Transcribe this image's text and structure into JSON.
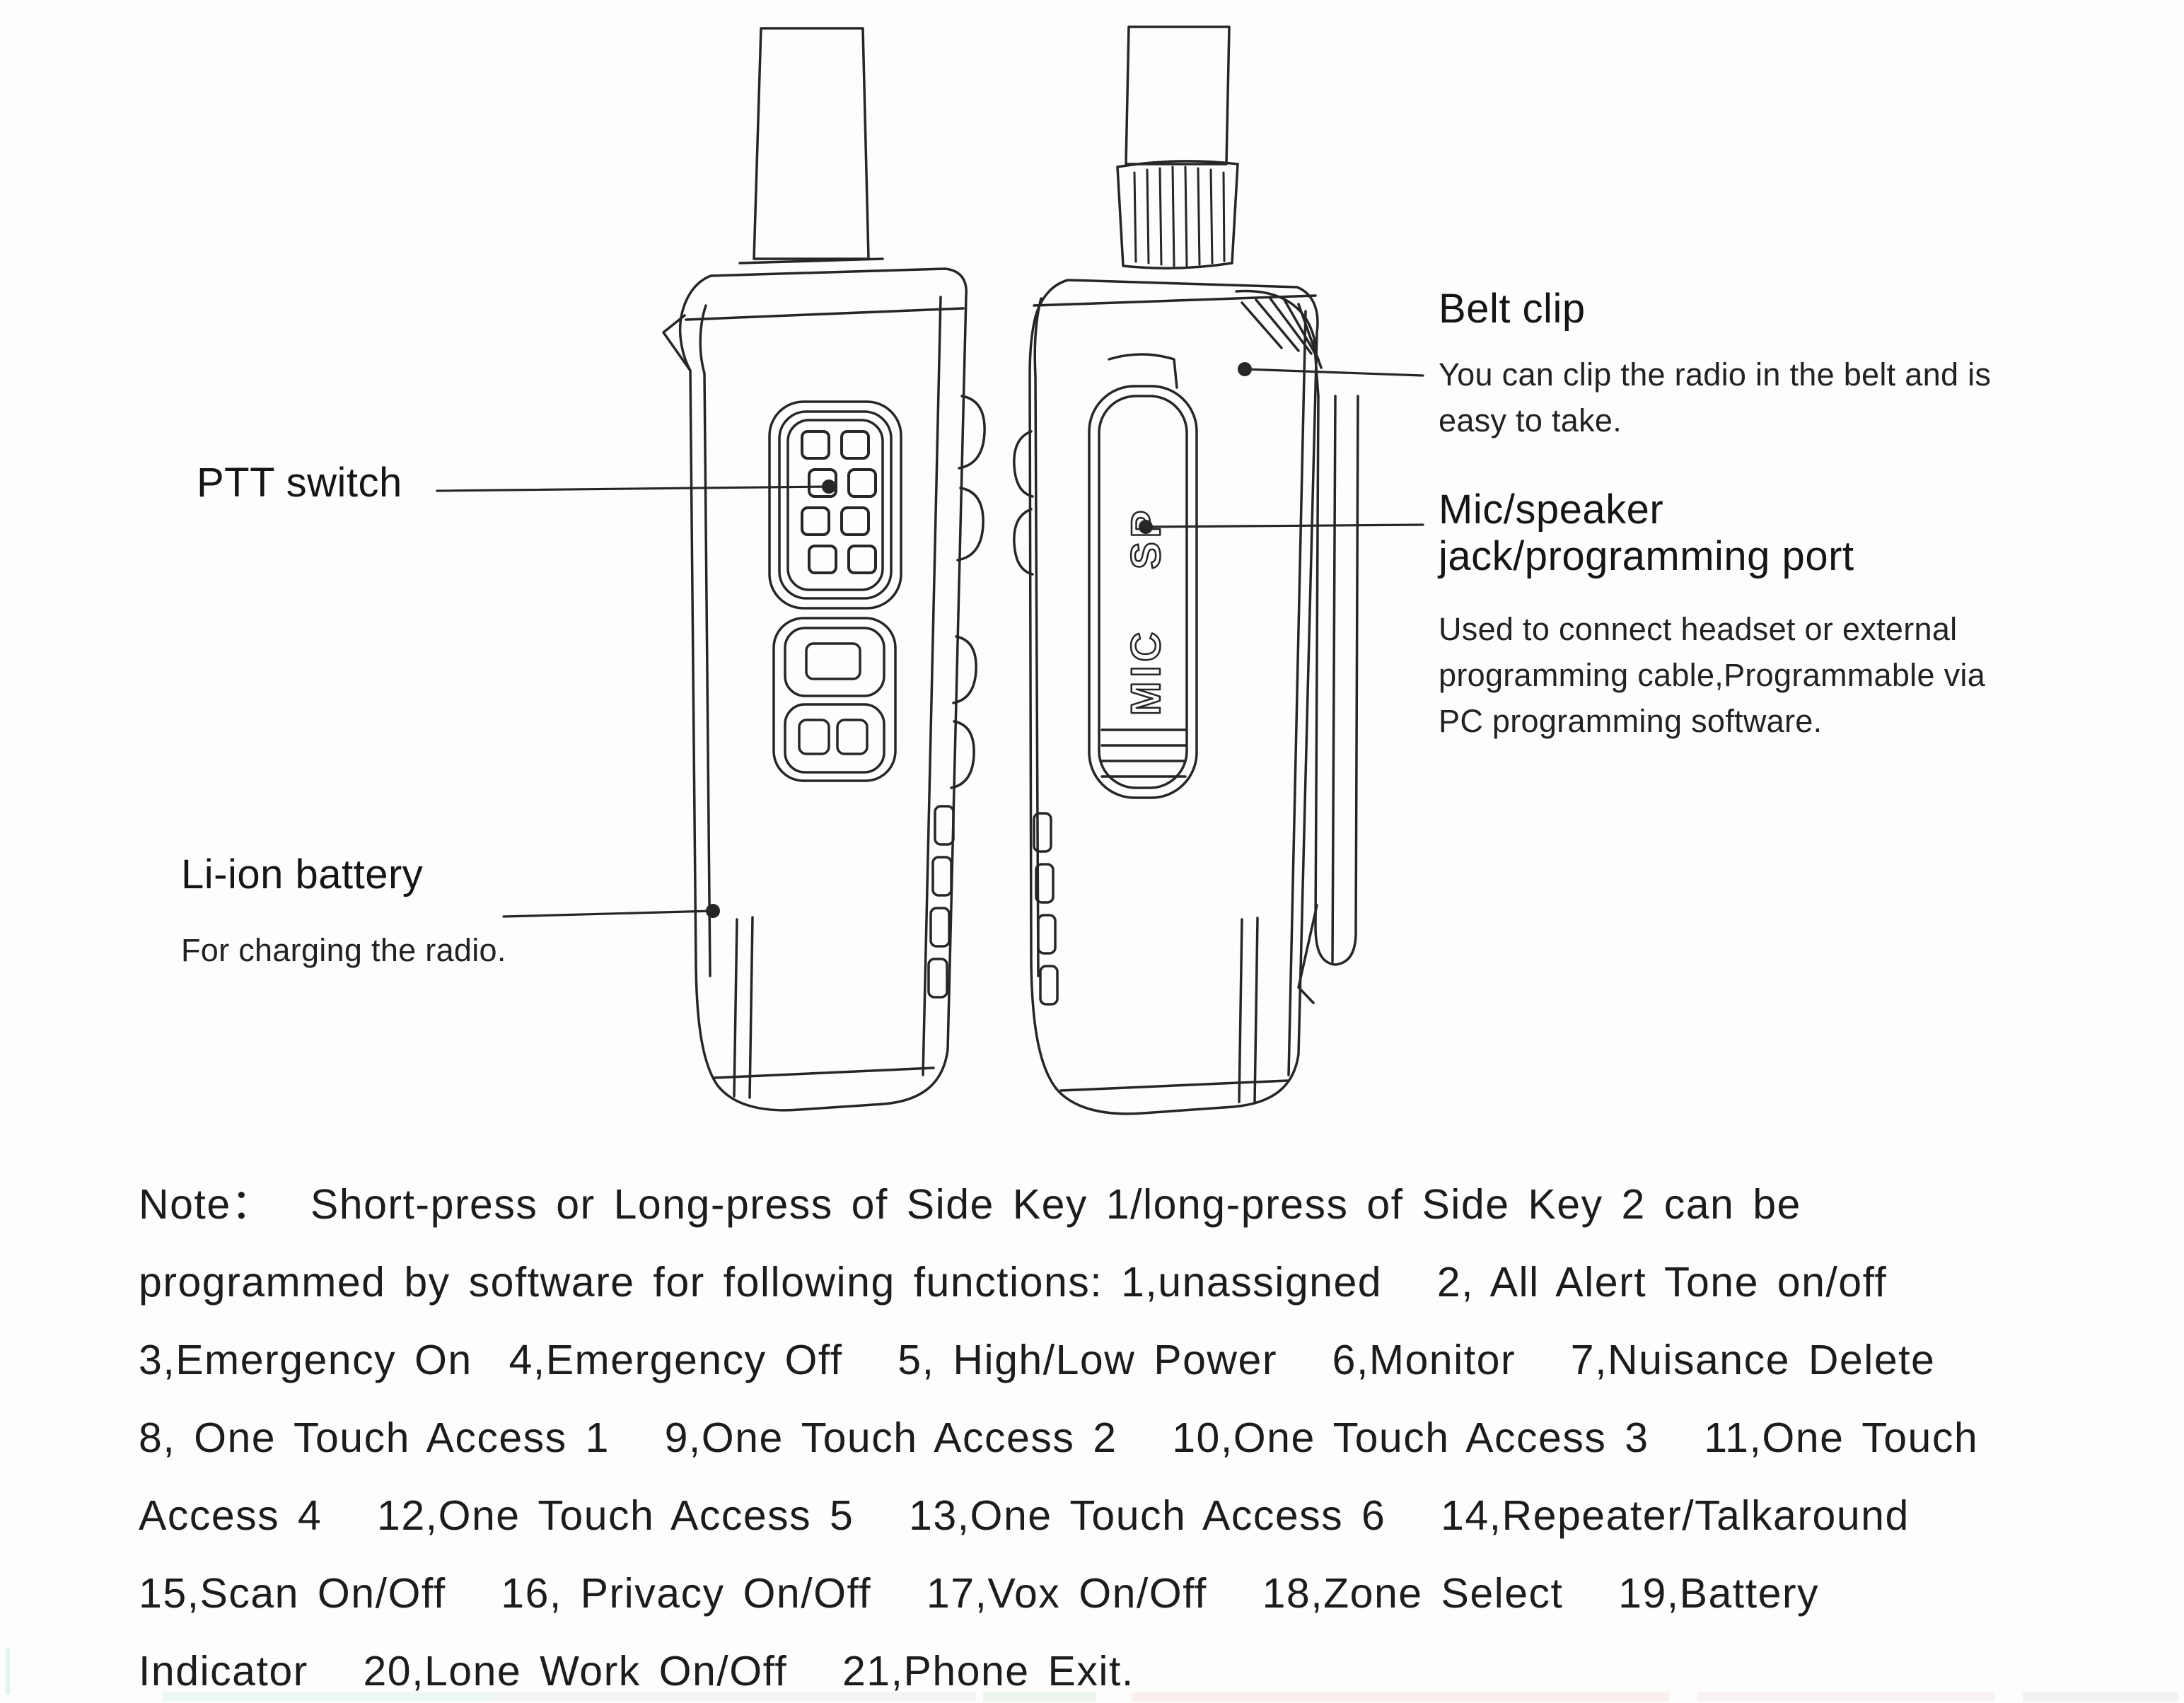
{
  "colors": {
    "ink": "#1f1f1f",
    "paper": "#fdfdfc"
  },
  "callouts": {
    "ptt": {
      "label": "PTT switch"
    },
    "battery": {
      "label": "Li-ion battery",
      "description": "For charging the radio."
    },
    "belt_clip": {
      "label": "Belt clip",
      "description": "You can clip the radio in the belt and is\neasy to take."
    },
    "mic_jack": {
      "label": "Mic/speaker\njack/programming port",
      "description": "Used to connect headset or external\nprogramming cable,Programmable via\nPC programming software."
    }
  },
  "diagram": {
    "jack_sp_text": "SP",
    "jack_mic_text": "MIC"
  },
  "note": {
    "lines": [
      "Note：  Short-press or Long-press of Side Key 1/long-press of Side Key 2 can be",
      "programmed by software for following functions: 1,unassigned   2, All Alert Tone on/off",
      "3,Emergency On  4,Emergency Off   5, High/Low Power   6,Monitor   7,Nuisance Delete",
      "8, One Touch Access 1   9,One Touch Access 2   10,One Touch Access 3   11,One Touch",
      "Access 4   12,One Touch Access 5   13,One Touch Access 6   14,Repeater/Talkaround",
      "15,Scan On/Off   16, Privacy On/Off   17,Vox On/Off   18,Zone Select   19,Battery",
      "Indicator   20,Lone Work On/Off   21,Phone Exit."
    ]
  }
}
